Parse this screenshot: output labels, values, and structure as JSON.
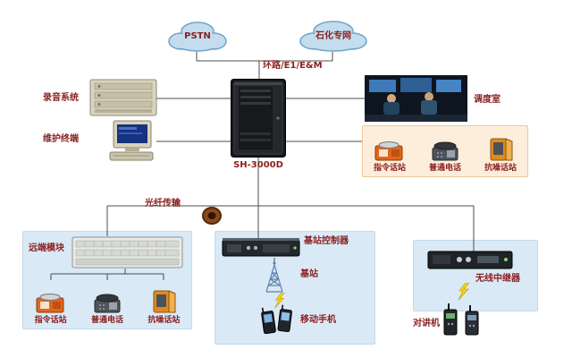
{
  "diagram": {
    "clouds": [
      {
        "label": "PSTN"
      },
      {
        "label": "石化专网"
      }
    ],
    "trunk": "环路/E1/E&M",
    "server": "SH-3000D",
    "recording": "录音系统",
    "terminal": "维护终端",
    "dispatch": "调度室",
    "station_phones": [
      "指令话站",
      "普通电话",
      "抗噪话站"
    ],
    "fiber": "光纤传输",
    "remote": {
      "title": "远端模块",
      "items": [
        "指令话站",
        "普通电话",
        "抗噪话站"
      ]
    },
    "bts": {
      "controller": "基站控制器",
      "station": "基站",
      "mobile": "移动手机"
    },
    "wireless": {
      "repeater": "无线中继器",
      "intercom": "对讲机"
    }
  },
  "colors": {
    "group_box": "#d9e9f6",
    "highlight_box": "#fdeedc",
    "label_text": "#8b2121",
    "cloud_fill": "#c3dcee",
    "lightning": "#ffd400"
  }
}
